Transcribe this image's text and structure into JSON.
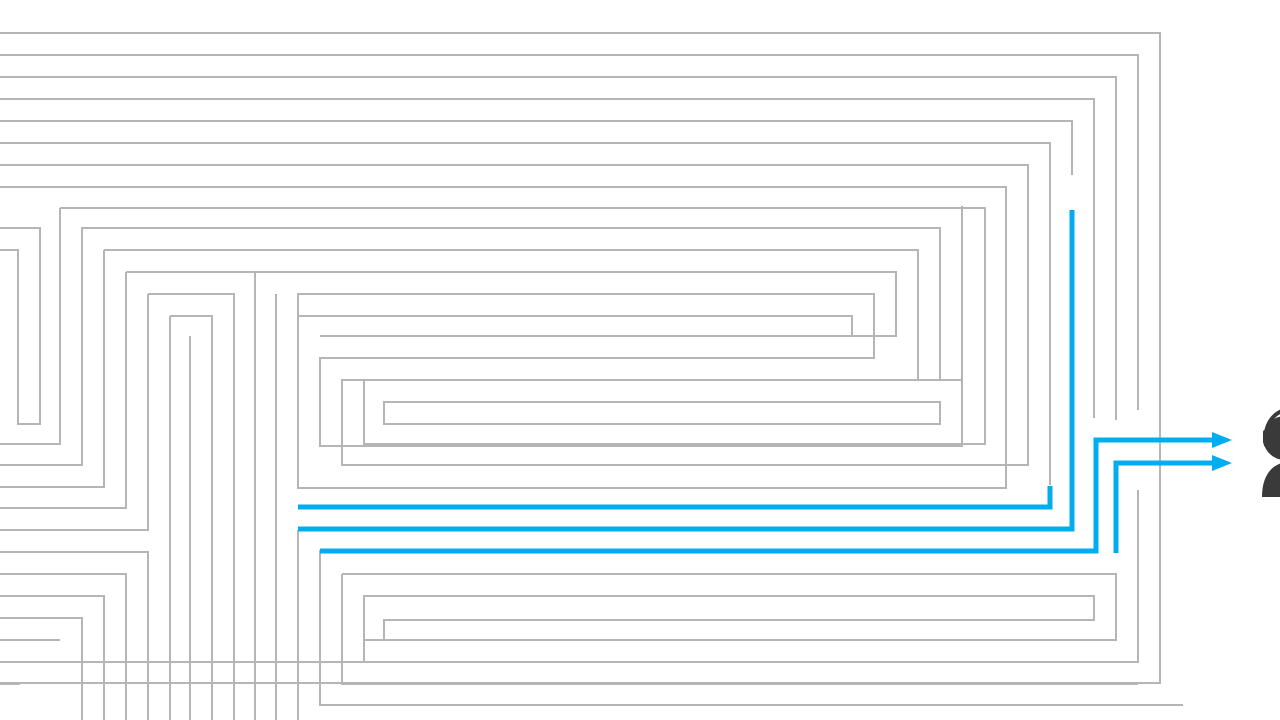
{
  "diagram": {
    "type": "maze",
    "colors": {
      "background": "#ffffff",
      "maze_line": "#b5b5b5",
      "path_highlight": "#00aeef",
      "person": "#3a3a3a"
    },
    "highlighted_routes": 3,
    "exit_arrows": 2,
    "icons": [
      "maze-lines",
      "person-with-headset-icon"
    ]
  }
}
